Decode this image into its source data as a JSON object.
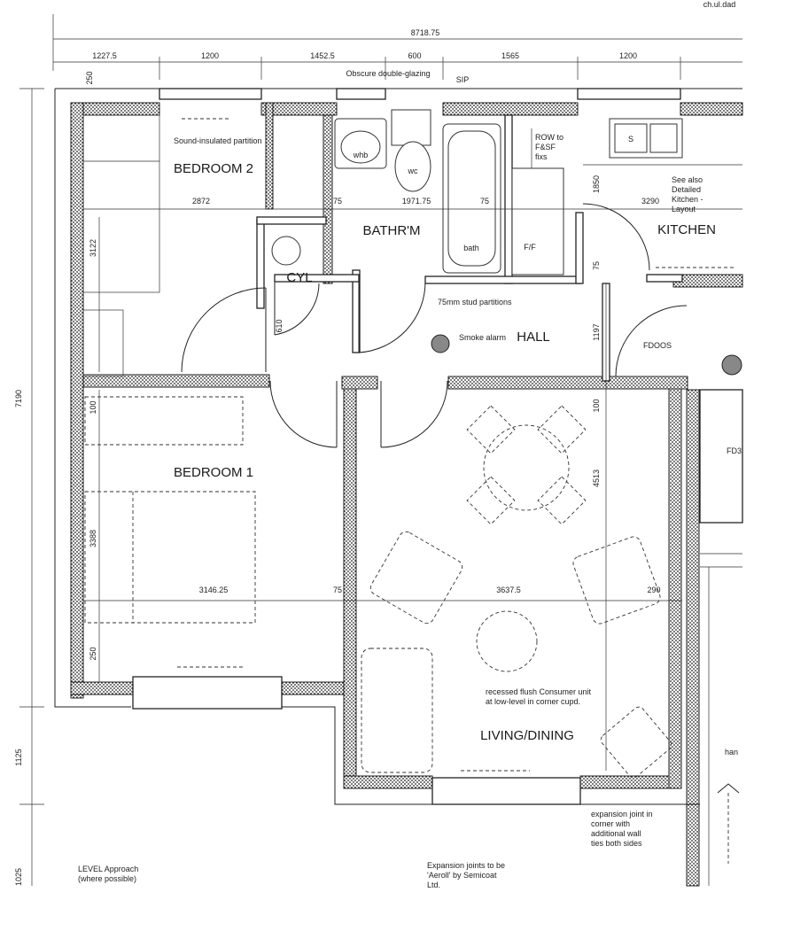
{
  "top_right_note": "ch.ul.dad",
  "overall_dimension": "8718.75",
  "top_dimensions": [
    "1227.5",
    "1200",
    "1452.5",
    "600",
    "1565",
    "1200"
  ],
  "window_notes": {
    "obscure_glazing": "Obscure double-glazing",
    "sip": "SIP"
  },
  "left_dimension": "7190",
  "left_dimension_lower": "1125",
  "left_dimension_bottom": "1025",
  "wall_thickness": "250",
  "rooms": {
    "bedroom2": "BEDROOM 2",
    "bathroom": "BATHR'M",
    "kitchen": "KITCHEN",
    "cylinder": "CYL",
    "hall": "HALL",
    "bedroom1": "BEDROOM 1",
    "living": "LIVING/DINING",
    "fdoos": "FDOOS",
    "ff": "F/F",
    "bath": "bath"
  },
  "inner_dimensions": {
    "bedroom2_width": "2872",
    "bedroom2_depth": "3122",
    "bath_width": "1971.75",
    "stud_75a": "75",
    "stud_75b": "75",
    "stud_75c": "75",
    "stud_75d": "75",
    "kitchen_width": "3290",
    "kitchen_depth": "1850",
    "hall_depth": "1197",
    "living_depth": "4513",
    "offset_100a": "100",
    "offset_100b": "100",
    "bedroom1_width": "3146.25",
    "living_width": "3637.5",
    "wall_290": "290",
    "bedroom1_depth": "3388",
    "bed_250": "250",
    "door_710": "610"
  },
  "fixture_labels": {
    "whb": "whb",
    "wc": "wc",
    "sink": "S"
  },
  "notes": {
    "sound_insulated": "Sound-insulated partition",
    "fixings": "ROW to F&SF fixs",
    "detailed_kitchen": "See also Detailed Kitchen - Layout",
    "stud_partitions": "75mm stud partitions",
    "smoke_alarm": "Smoke alarm",
    "consumer_unit": "recessed flush Consumer unit at low-level in corner cupd.",
    "expansion_joint": "expansion joint in corner with additional wall ties both sides",
    "level_approach": "LEVEL Approach (where possible)",
    "expansion_joints": "Expansion joints to be 'Aeroll' by Semicoat Ltd.",
    "right_fd": "FD3",
    "right_hand": "han"
  },
  "colors": {
    "line": "#222222",
    "background": "#ffffff"
  }
}
